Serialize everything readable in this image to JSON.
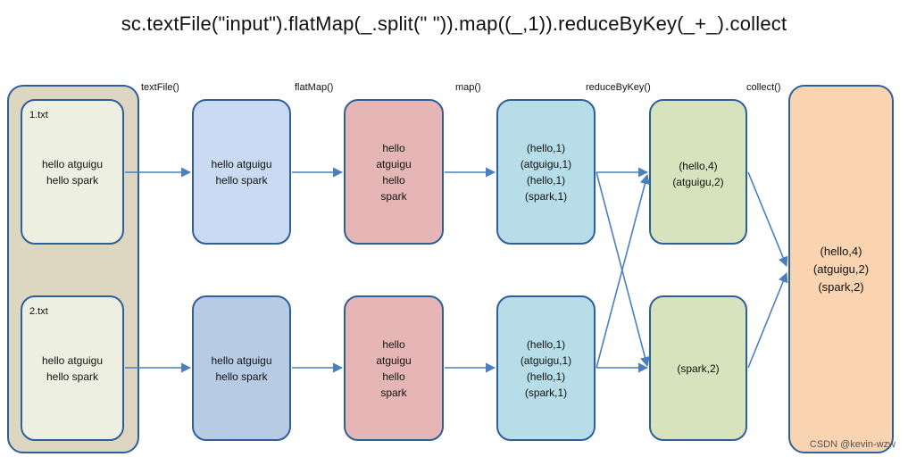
{
  "title": "sc.textFile(\"input\").flatMap(_.split(\" \")).map((_,1)).reduceByKey(_+_).collect",
  "stages": [
    "textFile()",
    "flatMap()",
    "map()",
    "reduceByKey()",
    "collect()"
  ],
  "files": [
    {
      "name": "1.txt",
      "lines": [
        "hello atguigu",
        "hello spark"
      ]
    },
    {
      "name": "2.txt",
      "lines": [
        "hello atguigu",
        "hello spark"
      ]
    }
  ],
  "textfile": [
    {
      "lines": [
        "hello atguigu",
        "hello spark"
      ]
    },
    {
      "lines": [
        "hello atguigu",
        "hello spark"
      ]
    }
  ],
  "flatmap": [
    {
      "lines": [
        "hello",
        "atguigu",
        "hello",
        "spark"
      ]
    },
    {
      "lines": [
        "hello",
        "atguigu",
        "hello",
        "spark"
      ]
    }
  ],
  "map": [
    {
      "lines": [
        "(hello,1)",
        "(atguigu,1)",
        "(hello,1)",
        "(spark,1)"
      ]
    },
    {
      "lines": [
        "(hello,1)",
        "(atguigu,1)",
        "(hello,1)",
        "(spark,1)"
      ]
    }
  ],
  "reduce": [
    {
      "lines": [
        "(hello,4)",
        "(atguigu,2)"
      ]
    },
    {
      "lines": [
        "(spark,2)"
      ]
    }
  ],
  "collect": {
    "lines": [
      "(hello,4)",
      "(atguigu,2)",
      "(spark,2)"
    ]
  },
  "watermark": "CSDN @kevin-wzw",
  "colors": {
    "border": "#2f5f9a",
    "arrow": "#4a7fc0",
    "container": "#ddd6c0",
    "file": "#edf0e0",
    "textfile_top": "#c9daf2",
    "textfile_bottom": "#b7cbe5",
    "flatmap": "#e6b6b6",
    "map": "#b6dde8",
    "reduce": "#d6e3bc",
    "collect": "#fad3b1"
  }
}
